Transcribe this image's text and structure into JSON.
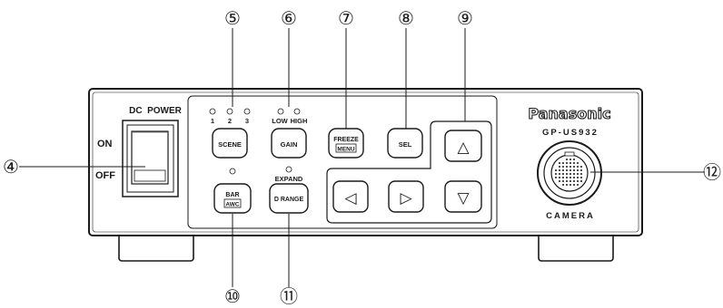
{
  "brand": "Panasonic",
  "model": "GP-US932",
  "camera_label": "CAMERA",
  "dc_power": {
    "title": "DC  POWER",
    "on_label": "ON",
    "off_label": "OFF"
  },
  "scene": {
    "label": "SCENE",
    "led_labels": [
      "1",
      "2",
      "3"
    ]
  },
  "gain": {
    "label": "GAIN",
    "led_low": "LOW",
    "led_high": "HIGH"
  },
  "freeze": {
    "label_top": "FREEZE",
    "label_bottom": "MENU"
  },
  "sel": {
    "label": "SEL"
  },
  "bar": {
    "label_top": "BAR",
    "label_bottom": "AWC"
  },
  "drange": {
    "label": "D RANGE",
    "led_label": "EXPAND"
  },
  "arrows": {
    "up": "△",
    "left": "◁",
    "right": "▷",
    "down": "▽"
  },
  "callouts": {
    "c4": "④",
    "c5": "⑤",
    "c6": "⑥",
    "c7": "⑦",
    "c8": "⑧",
    "c9": "⑨",
    "c10": "⑩",
    "c11": "⑪",
    "c12": "⑫"
  }
}
